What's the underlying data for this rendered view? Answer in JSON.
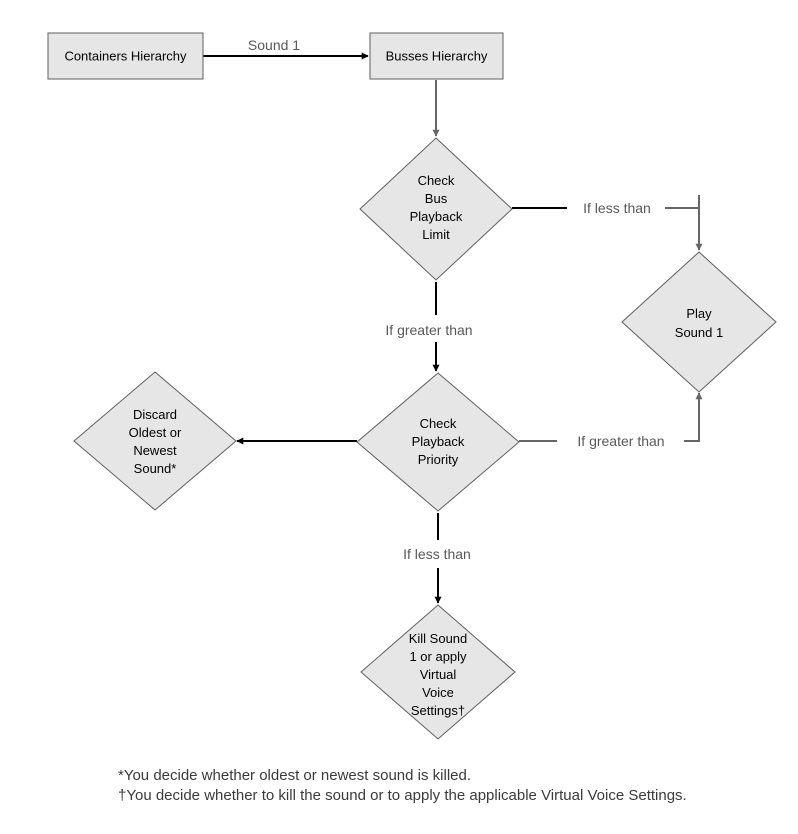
{
  "nodes": {
    "containers": {
      "label": "Containers Hierarchy"
    },
    "busses": {
      "label": "Busses Hierarchy"
    },
    "check_bus": {
      "lines": [
        "Check",
        "Bus",
        "Playback",
        "Limit"
      ]
    },
    "play": {
      "lines": [
        "Play",
        "Sound 1"
      ]
    },
    "check_priority": {
      "lines": [
        "Check",
        "Playback",
        "Priority"
      ]
    },
    "discard": {
      "lines": [
        "Discard",
        "Oldest or",
        "Newest",
        "Sound*"
      ]
    },
    "kill": {
      "lines": [
        "Kill Sound",
        "1 or apply",
        "Virtual",
        "Voice",
        "Settings†"
      ]
    }
  },
  "edges": {
    "sound1": "Sound 1",
    "bus_less": "If less than",
    "bus_greater": "If greater than",
    "priority_greater": "If greater than",
    "priority_less": "If less than"
  },
  "footnotes": {
    "note1": "*You decide whether oldest or newest sound is killed.",
    "note2": "†You decide whether to kill the sound or to apply the applicable Virtual Voice Settings."
  },
  "colors": {
    "node_fill": "#e6e6e6",
    "node_stroke": "#5f5f5f",
    "connector_dark": "#000000",
    "connector_gray": "#666666",
    "label_text": "#595959"
  }
}
